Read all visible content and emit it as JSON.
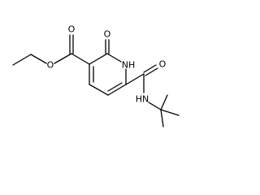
{
  "molecule": {
    "atoms": {
      "ester_carbonyl_oxygen": "O",
      "ester_ether_oxygen": "O",
      "ring_ketone_oxygen": "O",
      "ring_nitrogen": "NH",
      "amide_carbonyl_oxygen": "O",
      "amide_nitrogen": "HN"
    }
  },
  "colors": {
    "bond": "#000000",
    "label": "#000000",
    "background": "#ffffff"
  }
}
